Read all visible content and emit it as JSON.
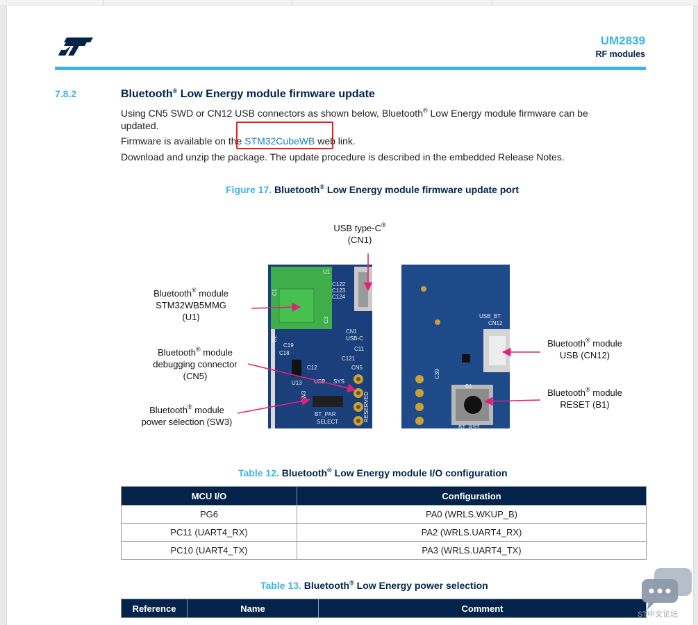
{
  "header": {
    "doc_number": "UM2839",
    "doc_subtitle": "RF modules"
  },
  "section": {
    "number": "7.8.2",
    "title_pre": "Bluetooth",
    "title_reg": "®",
    "title_post": " Low Energy module firmware update"
  },
  "body": {
    "p1_pre": "Using CN5 SWD or CN12 USB connectors as shown below, Bluetooth",
    "p1_reg": "®",
    "p1_post": " Low Energy module firmware can be",
    "p1_line2": "updated.",
    "p2_pre": "Firmware is available on the ",
    "p2_link": "STM32CubeWB",
    "p2_post": " web link.",
    "p3": "Download and unzip the package. The update procedure is described in the embedded Release Notes."
  },
  "figure": {
    "caption_prefix": "Figure 17.",
    "caption_pre": " Bluetooth",
    "caption_reg": "®",
    "caption_post": " Low Energy module firmware update port",
    "labels": {
      "usb_c_line1": "USB type-C",
      "usb_c_reg": "®",
      "usb_c_line2": "(CN1)",
      "module_l1_pre": "Bluetooth",
      "module_l1_post": " module",
      "module_l2": "STM32WB5MMG",
      "module_l3": "(U1)",
      "debug_l1_pre": "Bluetooth",
      "debug_l1_post": " module",
      "debug_l2": "debugging connector",
      "debug_l3": "(CN5)",
      "power_l1_pre": "Bluetooth",
      "power_l1_post": " module",
      "power_l2": "power sélection (SW3)",
      "usb_l1_pre": "Bluetooth",
      "usb_l1_post": " module",
      "usb_l2": "USB (CN12)",
      "reset_l1_pre": "Bluetooth",
      "reset_l1_post": " module",
      "reset_l2": "RESET (B1)",
      "reg": "®"
    },
    "board_silkscreen": {
      "u1": "U1",
      "c122": "C122",
      "c123": "C123",
      "c124": "C124",
      "cn1": "CN1",
      "usb_c": "USB-C",
      "c11": "C11",
      "c121": "C121",
      "cn5": "CN5",
      "c19": "C19",
      "c18": "C18",
      "c12": "C12",
      "u13": "U13",
      "sw3": "SW3",
      "usb": "USB",
      "sys": "SYS",
      "bt_par": "BT_PAR",
      "select": "SELECT",
      "reserved": "RESERVED",
      "c1": "C1",
      "c2": "C2",
      "c3": "C3",
      "usb_bt": "USB_BT",
      "cn12": "CN12",
      "b1": "B1",
      "bt_rst": "BT_RST",
      "c39": "C39"
    }
  },
  "table12": {
    "caption_prefix": "Table 12.",
    "caption_pre": " Bluetooth",
    "caption_reg": "®",
    "caption_post": " Low Energy module I/O configuration",
    "headers": [
      "MCU I/O",
      "Configuration"
    ],
    "rows": [
      [
        "PG6",
        "PA0 (WRLS.WKUP_B)"
      ],
      [
        "PC11 (UART4_RX)",
        "PA2 (WRLS.UART4_RX)"
      ],
      [
        "PC10 (UART4_TX)",
        "PA3 (WRLS.UART4_TX)"
      ]
    ]
  },
  "table13": {
    "caption_prefix": "Table 13.",
    "caption_pre": " Bluetooth",
    "caption_reg": "®",
    "caption_post": " Low Energy power selection",
    "headers": [
      "Reference",
      "Name",
      "Comment"
    ]
  },
  "watermark": {
    "text": "ST中文论坛"
  },
  "colors": {
    "st_blue": "#3cb4e6",
    "st_dark": "#03234b",
    "highlight_red": "#e3211f",
    "callout_magenta": "#e0217a"
  }
}
